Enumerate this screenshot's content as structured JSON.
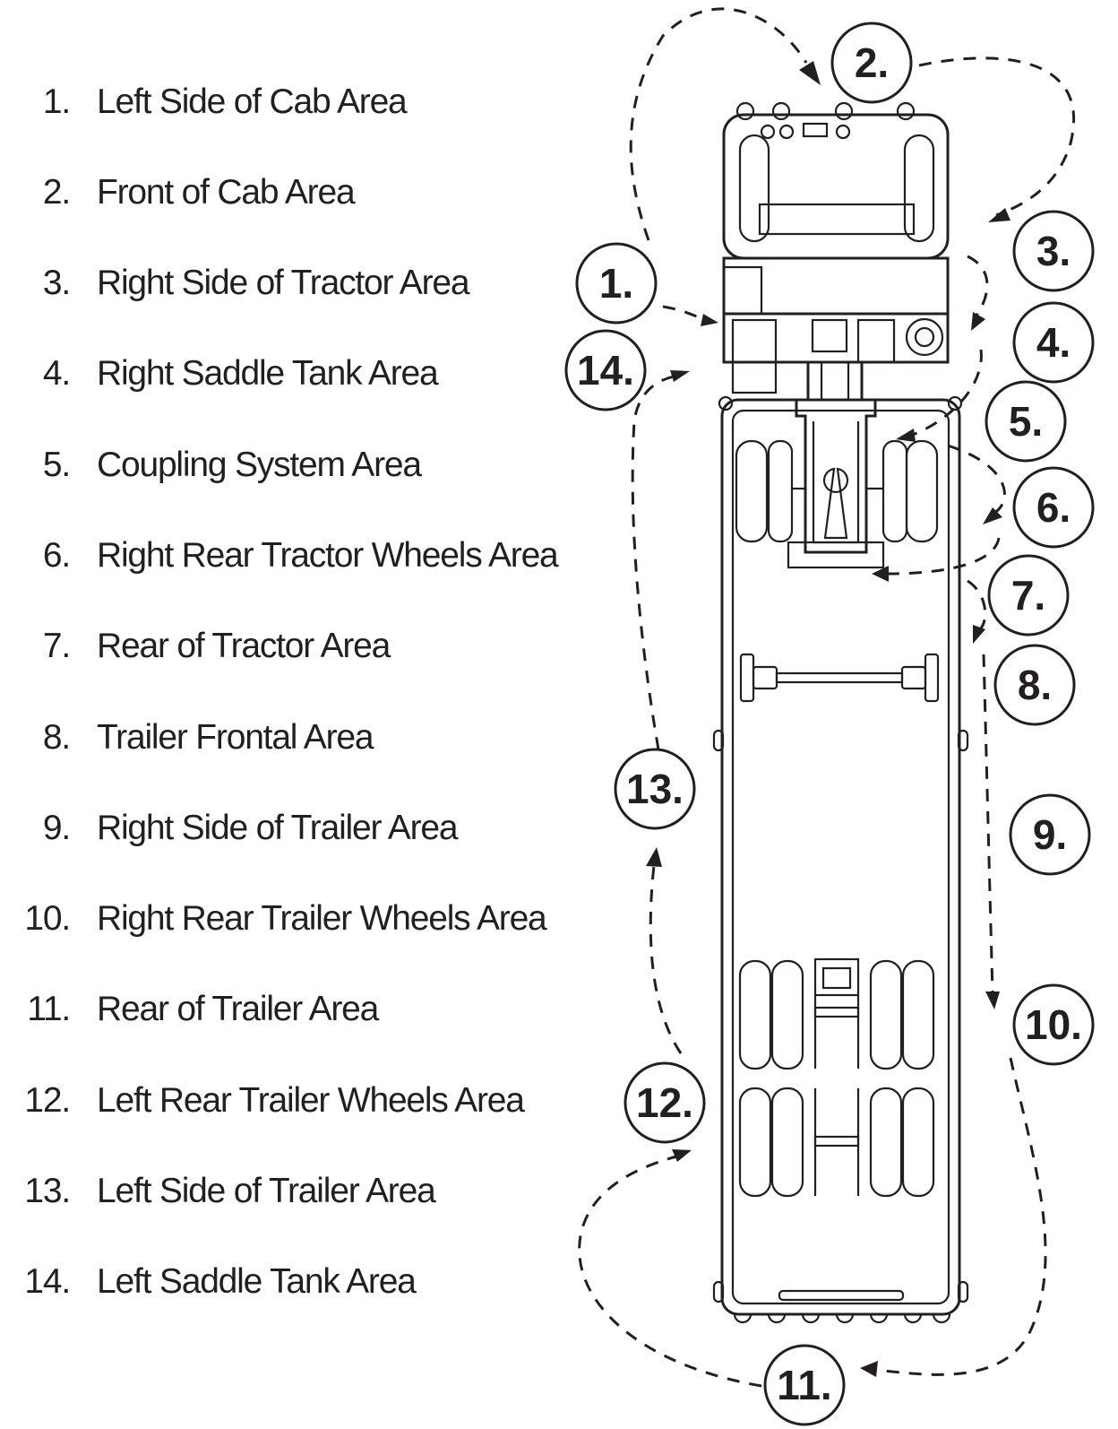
{
  "legend": [
    {
      "number": "1.",
      "label": "Left Side of Cab Area"
    },
    {
      "number": "2.",
      "label": "Front of Cab Area"
    },
    {
      "number": "3.",
      "label": "Right Side of Tractor Area"
    },
    {
      "number": "4.",
      "label": "Right Saddle Tank Area"
    },
    {
      "number": "5.",
      "label": "Coupling System Area"
    },
    {
      "number": "6.",
      "label": "Right Rear Tractor Wheels Area"
    },
    {
      "number": "7.",
      "label": "Rear of Tractor Area"
    },
    {
      "number": "8.",
      "label": "Trailer Frontal Area"
    },
    {
      "number": "9.",
      "label": "Right Side of Trailer Area"
    },
    {
      "number": "10.",
      "label": "Right Rear Trailer Wheels Area"
    },
    {
      "number": "11.",
      "label": "Rear of Trailer Area"
    },
    {
      "number": "12.",
      "label": "Left Rear Trailer Wheels Area"
    },
    {
      "number": "13.",
      "label": "Left Side of Trailer Area"
    },
    {
      "number": "14.",
      "label": "Left Saddle Tank Area"
    }
  ],
  "callouts": [
    "1.",
    "2.",
    "3.",
    "4.",
    "5.",
    "6.",
    "7.",
    "8.",
    "9.",
    "10.",
    "11.",
    "12.",
    "13.",
    "14."
  ],
  "colors": {
    "ink": "#231f20",
    "background": "#ffffff"
  }
}
